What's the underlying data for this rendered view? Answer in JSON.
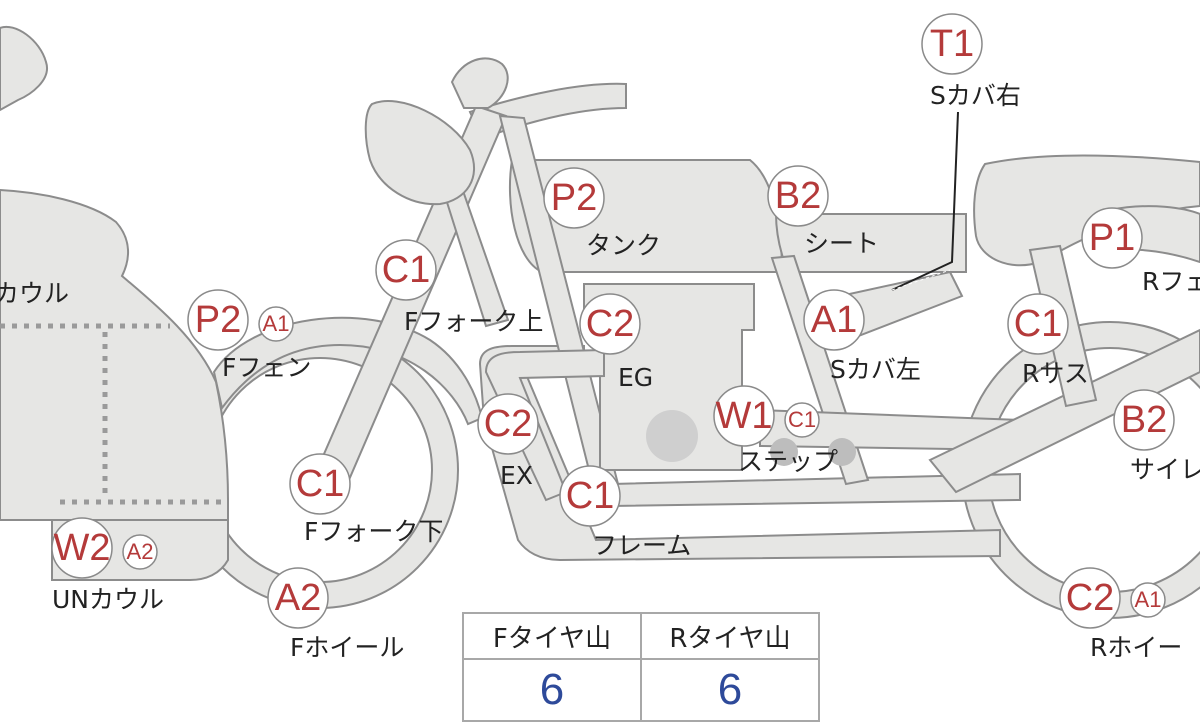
{
  "colors": {
    "part_fill": "#e6e6e4",
    "part_stroke": "#8c8c8c",
    "code_text": "#b43a3a",
    "label_text": "#222222",
    "value_text": "#2e4a9a",
    "peg_fill": "#c8c8c8"
  },
  "parts": {
    "front_cowl": "カウル",
    "under_cowl": "UNカウル",
    "front_fender": "Fフェン",
    "front_fork_upper": "Fフォーク上",
    "front_fork_lower": "Fフォーク下",
    "front_wheel": "Fホイール",
    "tank": "タンク",
    "engine": "EG",
    "exhaust": "EX",
    "frame": "フレーム",
    "step": "ステップ",
    "seat": "シート",
    "side_cover_left": "Sカバ左",
    "side_cover_right": "Sカバ右",
    "rear_suspension": "Rサス",
    "rear_fender": "Rフェ",
    "silencer": "サイレ",
    "rear_wheel": "Rホイー"
  },
  "codes": {
    "front_fender": "P2",
    "front_fender_sub": "A1",
    "front_fork_upper": "C1",
    "front_fork_lower": "C1",
    "front_wheel": "A2",
    "under_cowl": "W2",
    "under_cowl_sub": "A2",
    "tank": "P2",
    "engine": "C2",
    "exhaust": "C2",
    "frame": "C1",
    "step": "W1",
    "step_sub": "C1",
    "seat": "B2",
    "side_cover_left": "A1",
    "side_cover_right": "T1",
    "rear_suspension": "C1",
    "rear_fender": "P1",
    "silencer": "B2",
    "rear_wheel": "C2",
    "rear_wheel_sub": "A1"
  },
  "tyre_table": {
    "front_label": "Fタイヤ山",
    "rear_label": "Rタイヤ山",
    "front_value": "6",
    "rear_value": "6"
  }
}
